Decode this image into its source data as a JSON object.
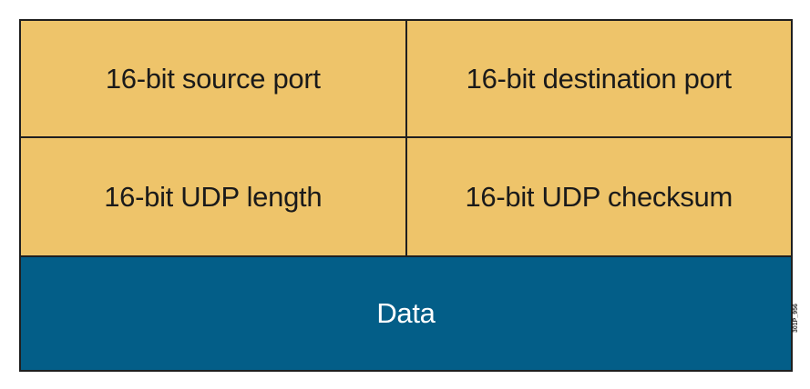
{
  "header": {
    "source_port": "16-bit source port",
    "destination_port": "16-bit destination port"
  },
  "second_row": {
    "udp_length": "16-bit UDP length",
    "udp_checksum": "16-bit UDP checksum"
  },
  "payload": {
    "label": "Data"
  },
  "figure_id": "301P_956",
  "colors": {
    "header_fields": "#EEC46A",
    "data_field": "#035E88",
    "border": "#1F1F1F"
  }
}
